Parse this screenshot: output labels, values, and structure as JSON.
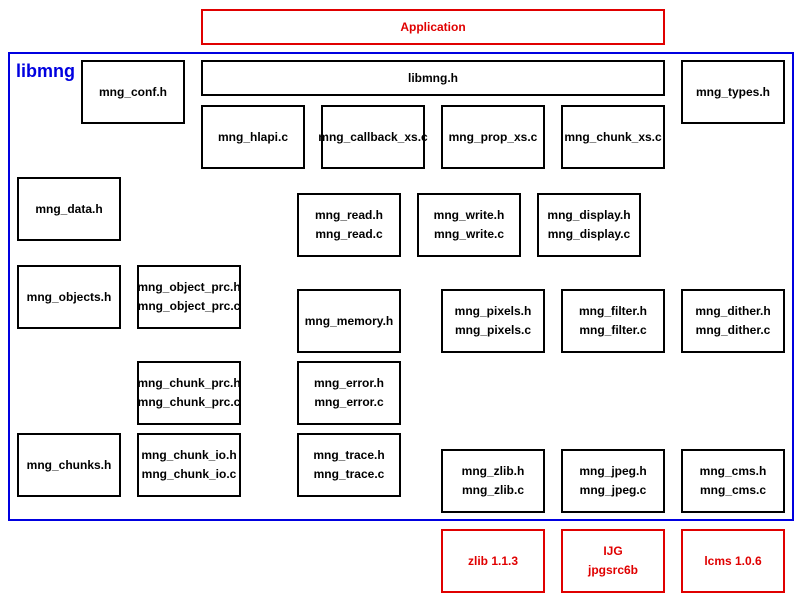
{
  "colors": {
    "library": "#0000e0",
    "external": "#e00000",
    "module": "#000000"
  },
  "application": "Application",
  "library_name": "libmng",
  "modules": {
    "conf": [
      "mng_conf.h"
    ],
    "libmng_h": [
      "libmng.h"
    ],
    "types": [
      "mng_types.h"
    ],
    "hlapi": [
      "mng_hlapi.c"
    ],
    "callback": [
      "mng_callback_xs.c"
    ],
    "prop": [
      "mng_prop_xs.c"
    ],
    "chunk_xs": [
      "mng_chunk_xs.c"
    ],
    "data": [
      "mng_data.h"
    ],
    "read": [
      "mng_read.h",
      "mng_read.c"
    ],
    "write": [
      "mng_write.h",
      "mng_write.c"
    ],
    "display": [
      "mng_display.h",
      "mng_display.c"
    ],
    "objects": [
      "mng_objects.h"
    ],
    "object_prc": [
      "mng_object_prc.h",
      "mng_object_prc.c"
    ],
    "memory": [
      "mng_memory.h"
    ],
    "pixels": [
      "mng_pixels.h",
      "mng_pixels.c"
    ],
    "filter": [
      "mng_filter.h",
      "mng_filter.c"
    ],
    "dither": [
      "mng_dither.h",
      "mng_dither.c"
    ],
    "chunk_prc": [
      "mng_chunk_prc.h",
      "mng_chunk_prc.c"
    ],
    "error": [
      "mng_error.h",
      "mng_error.c"
    ],
    "chunks": [
      "mng_chunks.h"
    ],
    "chunk_io": [
      "mng_chunk_io.h",
      "mng_chunk_io.c"
    ],
    "trace": [
      "mng_trace.h",
      "mng_trace.c"
    ],
    "zlib": [
      "mng_zlib.h",
      "mng_zlib.c"
    ],
    "jpeg": [
      "mng_jpeg.h",
      "mng_jpeg.c"
    ],
    "cms": [
      "mng_cms.h",
      "mng_cms.c"
    ]
  },
  "external": {
    "zlib": [
      "zlib 1.1.3"
    ],
    "ijg": [
      "IJG",
      "jpgsrc6b"
    ],
    "lcms": [
      "lcms 1.0.6"
    ]
  }
}
